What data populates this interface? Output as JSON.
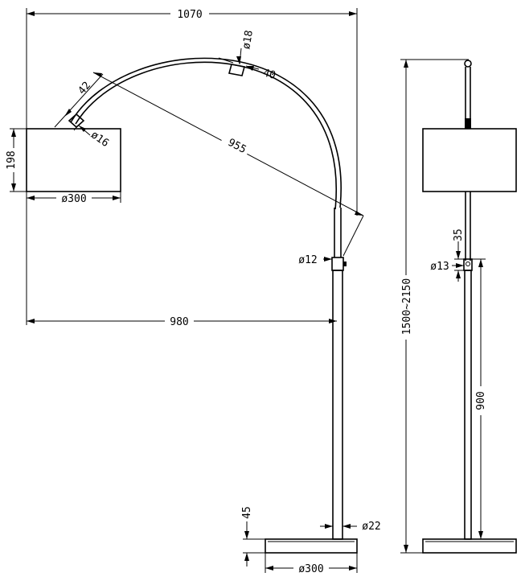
{
  "front_view": {
    "overall_width": "1070",
    "shade_height": "198",
    "shade_diameter": "ø300",
    "shade_clamp_length": "42",
    "shade_tube_diameter": "ø16",
    "arc_tube_diameter": "ø18",
    "arc_joint_length": "40",
    "arc_reach": "955",
    "inner_tube_diameter": "ø12",
    "pole_to_shade_distance": "980",
    "base_pole_diameter": "ø22",
    "base_height": "45",
    "base_diameter": "ø300"
  },
  "side_view": {
    "total_height": "1500~2150",
    "adjuster_height": "35",
    "adjuster_diameter": "ø13",
    "lower_pole_height": "900"
  }
}
